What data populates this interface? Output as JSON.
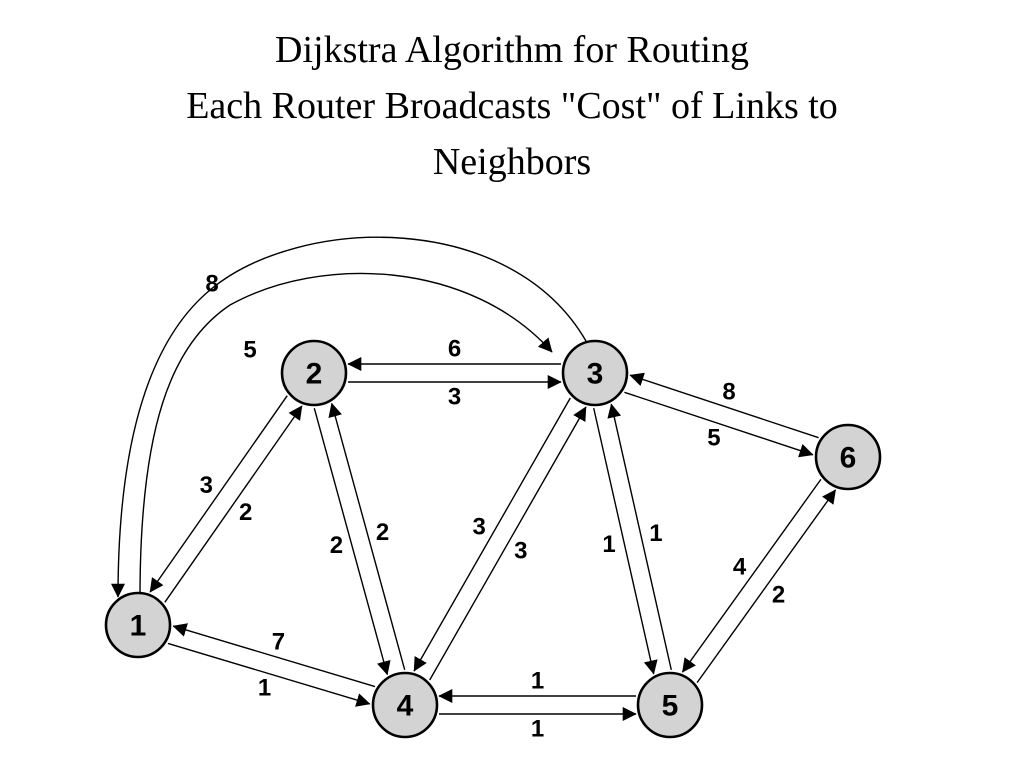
{
  "title": {
    "line1": "Dijkstra Algorithm for Routing",
    "line2": "Each Router Broadcasts \"Cost\" of Links to",
    "line3": "Neighbors"
  },
  "colors": {
    "node_fill": "#d3d3d3",
    "stroke": "#000000",
    "background": "#ffffff"
  },
  "nodes": [
    {
      "id": "1",
      "label": "1"
    },
    {
      "id": "2",
      "label": "2"
    },
    {
      "id": "3",
      "label": "3"
    },
    {
      "id": "4",
      "label": "4"
    },
    {
      "id": "5",
      "label": "5"
    },
    {
      "id": "6",
      "label": "6"
    }
  ],
  "links": [
    {
      "from": "1",
      "to": "2",
      "cost": "2"
    },
    {
      "from": "2",
      "to": "1",
      "cost": "3"
    },
    {
      "from": "1",
      "to": "3",
      "cost": "5"
    },
    {
      "from": "3",
      "to": "1",
      "cost": "8"
    },
    {
      "from": "1",
      "to": "4",
      "cost": "1"
    },
    {
      "from": "4",
      "to": "1",
      "cost": "7"
    },
    {
      "from": "2",
      "to": "3",
      "cost": "3"
    },
    {
      "from": "3",
      "to": "2",
      "cost": "6"
    },
    {
      "from": "2",
      "to": "4",
      "cost": "2"
    },
    {
      "from": "4",
      "to": "2",
      "cost": "2"
    },
    {
      "from": "3",
      "to": "4",
      "cost": "3"
    },
    {
      "from": "4",
      "to": "3",
      "cost": "3"
    },
    {
      "from": "3",
      "to": "5",
      "cost": "1"
    },
    {
      "from": "5",
      "to": "3",
      "cost": "1"
    },
    {
      "from": "3",
      "to": "6",
      "cost": "5"
    },
    {
      "from": "6",
      "to": "3",
      "cost": "8"
    },
    {
      "from": "4",
      "to": "5",
      "cost": "1"
    },
    {
      "from": "5",
      "to": "4",
      "cost": "1"
    },
    {
      "from": "5",
      "to": "6",
      "cost": "2"
    },
    {
      "from": "6",
      "to": "5",
      "cost": "4"
    }
  ]
}
